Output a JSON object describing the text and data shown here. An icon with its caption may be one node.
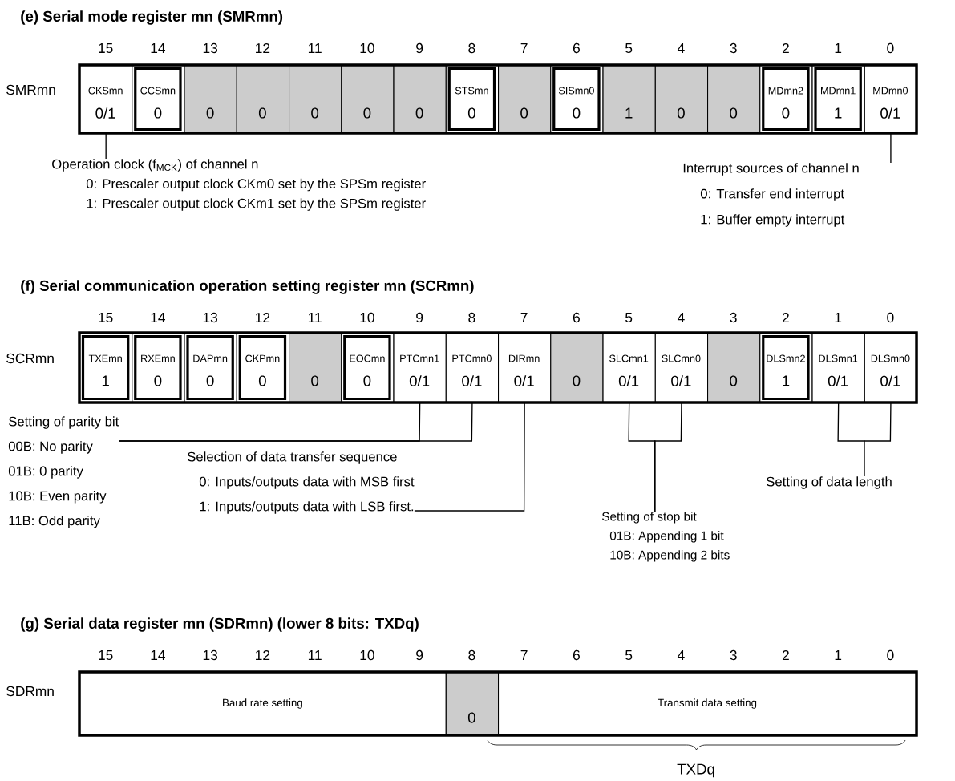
{
  "diagram": {
    "nodes": [
      {
        "text": [
          "CKSmn",
          "0/1"
        ]
      },
      {
        "text": [
          "CCSmn",
          "0"
        ]
      },
      {
        "text": [
          "0"
        ]
      },
      {
        "text": [
          "0"
        ]
      },
      {
        "text": [
          "0"
        ]
      },
      {
        "text": [
          "0"
        ]
      },
      {
        "text": [
          "0"
        ]
      },
      {
        "text": [
          "STSmn",
          "0"
        ]
      },
      {
        "text": [
          "0"
        ]
      },
      {
        "text": [
          "SISmn0",
          "0"
        ]
      },
      {
        "text": [
          "1"
        ]
      },
      {
        "text": [
          "0"
        ]
      },
      {
        "text": [
          "0"
        ]
      },
      {
        "text": [
          "MDmn2",
          "0"
        ]
      },
      {
        "text": [
          "MDmn1",
          "1"
        ]
      },
      {
        "text": [
          "MDmn0",
          "0/1"
        ]
      },
      {
        "text": [
          "Operation clock (f$_{MCK}$) of channel n",
          "0: Prescaler output clock CKm0 set by the SPSm register",
          "1: Prescaler output clock CKm1 set by the SPSm register"
        ]
      },
      {
        "text": [
          "Interrupt sources of channel n",
          "0: Transfer end interrupt",
          "1: Buffer empty interrupt"
        ]
      },
      {
        "text": [
          "TXEmn",
          "1"
        ]
      },
      {
        "text": [
          "RXEmn",
          "0"
        ]
      },
      {
        "text": [
          "DAPmn",
          "0"
        ]
      },
      {
        "text": [
          "CKPmn",
          "0"
        ]
      },
      {
        "text": [
          "0"
        ]
      },
      {
        "text": [
          "EOCmn",
          "0"
        ]
      },
      {
        "text": [
          "PTCmn1",
          "0/1"
        ]
      },
      {
        "text": [
          "PTCmn0",
          "0/1"
        ]
      },
      {
        "text": [
          "DIRmn",
          "0/1"
        ]
      },
      {
        "text": [
          "0"
        ]
      },
      {
        "text": [
          "SLCmn1",
          "0/1"
        ]
      },
      {
        "text": [
          "SLCmn0",
          "0/1"
        ]
      },
      {
        "text": [
          "0"
        ]
      },
      {
        "text": [
          "DLSmn2",
          "1"
        ]
      },
      {
        "text": [
          "DLSmn1",
          "0/1"
        ]
      },
      {
        "text": [
          "DLSmn0",
          "0/1"
        ]
      },
      {
        "text": [
          "Setting of parity bit",
          "00B: No parity",
          "01B: 0 parity",
          "10B: Even parity",
          "11B: Odd parity"
        ]
      },
      {
        "text": [
          "Selection of data transfer sequence",
          "0: Inputs/outputs data with MSB first",
          "1: Inputs/outputs data with LSB first."
        ]
      },
      {
        "text": [
          "Setting of stop bit",
          "01B: Appending 1 bit",
          "10B: Appending 2 bits"
        ]
      },
      {
        "text": [
          "Setting of data length"
        ]
      },
      {
        "text": [
          "Baud rate setting"
        ]
      },
      {
        "text": [
          "0"
        ]
      },
      {
        "text": [
          "Transmit data setting"
        ]
      }
    ],
    "edges": [
      {
        "from": 16,
        "to": 0,
        "arrow": "none"
      },
      {
        "from": 17,
        "to": 15,
        "arrow": "none"
      },
      {
        "from": 34,
        "to": 24,
        "arrow": "none"
      },
      {
        "from": 34,
        "to": 25,
        "arrow": "none"
      },
      {
        "from": 35,
        "to": 26,
        "arrow": "none"
      },
      {
        "from": 36,
        "to": 28,
        "arrow": "none"
      },
      {
        "from": 36,
        "to": 29,
        "arrow": "none"
      },
      {
        "from": 37,
        "to": 32,
        "arrow": "none"
      },
      {
        "from": 37,
        "to": 33,
        "arrow": "none"
      }
    ],
    "labels": [
      "(e) Serial mode register mn (SMRmn)",
      "15",
      "14",
      "13",
      "12",
      "11",
      "10",
      "9",
      "8",
      "7",
      "6",
      "5",
      "4",
      "3",
      "2",
      "1",
      "0",
      "SMRmn",
      "(f) Serial communication operation setting register mn (SCRmn)",
      "15",
      "14",
      "13",
      "12",
      "11",
      "10",
      "9",
      "8",
      "7",
      "6",
      "5",
      "4",
      "3",
      "2",
      "1",
      "0",
      "SCRmn",
      "(g) Serial data register mn (SDRmn) (lower 8 bits: TXDq)",
      "15",
      "14",
      "13",
      "12",
      "11",
      "10",
      "9",
      "8",
      "7",
      "6",
      "5",
      "4",
      "3",
      "2",
      "1",
      "0",
      "SDRmn",
      "TXDq"
    ]
  }
}
